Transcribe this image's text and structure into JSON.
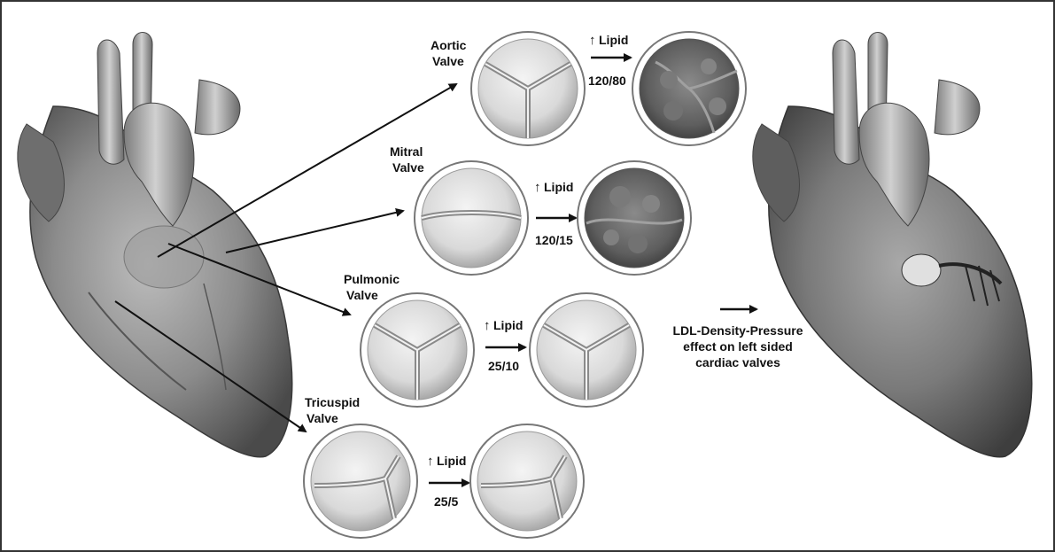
{
  "valves": [
    {
      "id": "aortic",
      "label_line1": "Aortic",
      "label_line2": "Valve",
      "lipid": "Lipid",
      "pressure": "120/80"
    },
    {
      "id": "mitral",
      "label_line1": "Mitral",
      "label_line2": "Valve",
      "lipid": "Lipid",
      "pressure": "120/15"
    },
    {
      "id": "pulmonic",
      "label_line1": "Pulmonic",
      "label_line2": "Valve",
      "lipid": "Lipid",
      "pressure": "25/10"
    },
    {
      "id": "tricuspid",
      "label_line1": "Tricuspid",
      "label_line2": "Valve",
      "lipid": "Lipid",
      "pressure": "25/5"
    }
  ],
  "legend": {
    "line1": "LDL-Density-Pressure",
    "line2": "effect on left sided",
    "line3": "cardiac valves"
  },
  "colors": {
    "arrow": "#111111",
    "frame": "#333333",
    "heart_base": "#8a8a8a",
    "valve_fill": "#e6e6e6",
    "diseased_fill": "#6f6f6f"
  }
}
